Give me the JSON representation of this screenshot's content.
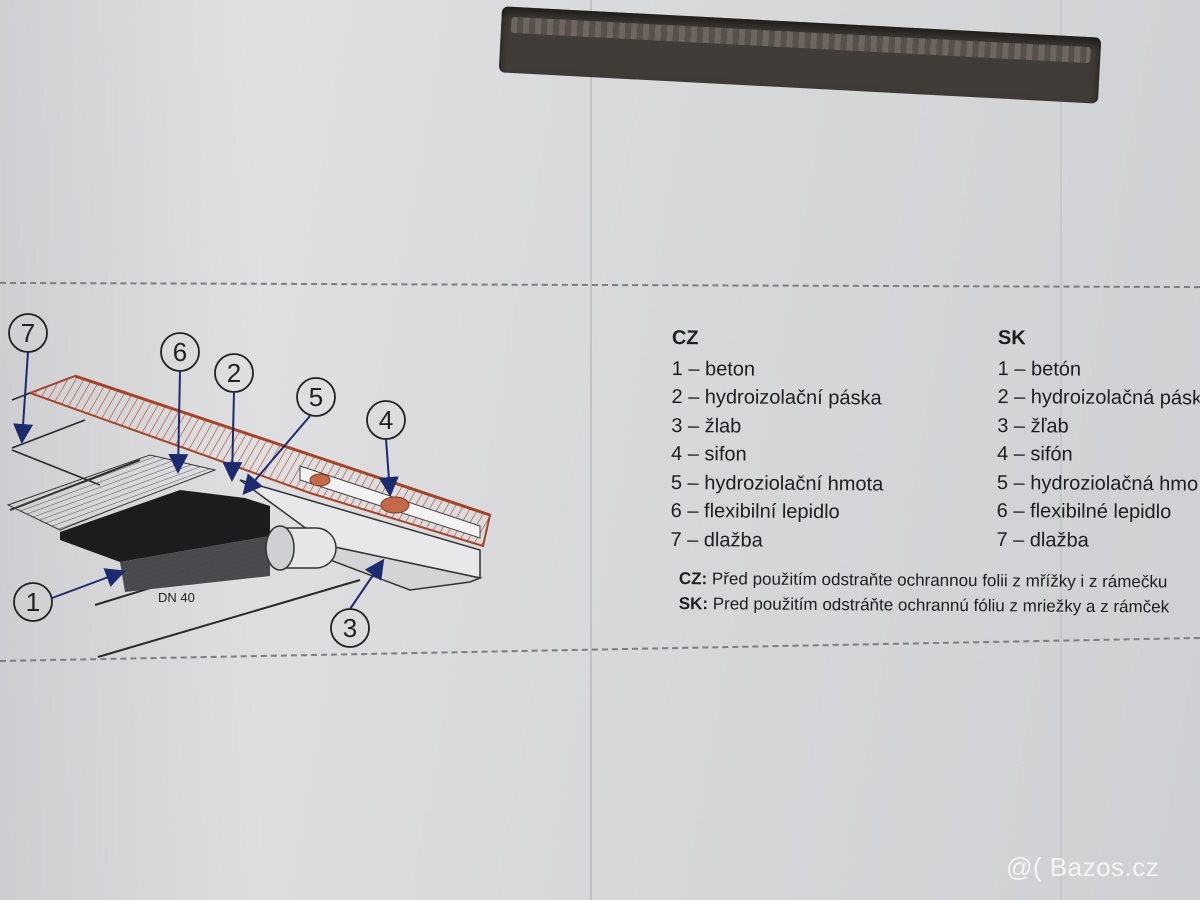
{
  "diagram": {
    "callouts": [
      "1",
      "2",
      "3",
      "4",
      "5",
      "6",
      "7"
    ],
    "pipe_label": "DN 40"
  },
  "legend_cz": {
    "header": "CZ",
    "items": [
      "1 – beton",
      "2 – hydroizolační páska",
      "3 – žlab",
      "4 – sifon",
      "5 – hydroziolační hmota",
      "6 – flexibilní lepidlo",
      "7 – dlažba"
    ]
  },
  "legend_sk": {
    "header": "SK",
    "items": [
      "1 – betón",
      "2 – hydroizolačná pásk",
      "3 – žľab",
      "4 – sifón",
      "5 – hydroziolačná hmo",
      "6 – flexibilné lepidlo",
      "7 – dlažba"
    ]
  },
  "notes": {
    "cz_label": "CZ:",
    "cz_text": "Před použitím odstraňte ochrannou folii z mřížky i z rámečku",
    "sk_label": "SK:",
    "sk_text": "Pred použitím odstráňte ochrannú fóliu z mriežky a z rámček"
  },
  "watermark": "@( Bazos.cz",
  "colors": {
    "cardboard": "#dcdcde",
    "ink": "#1e1e22",
    "tile_hatch": "#b24a2c",
    "membrane": "#1c1c1e",
    "callout_arrow": "#1e2a6e"
  }
}
